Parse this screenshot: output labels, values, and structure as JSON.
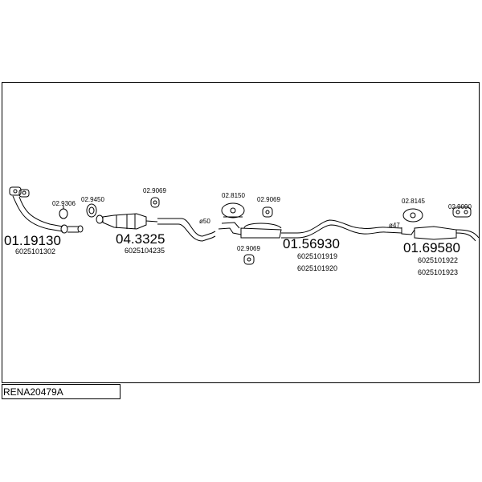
{
  "diagram_code": "RENA20479A",
  "parts": [
    {
      "ref": "01.19130",
      "oem": [
        "6025101302"
      ]
    },
    {
      "ref": "04.3325",
      "oem": [
        "6025104235"
      ]
    },
    {
      "ref": "01.56930",
      "oem": [
        "6025101919",
        "6025101920"
      ]
    },
    {
      "ref": "01.69580",
      "oem": [
        "6025101922",
        "6025101923"
      ]
    }
  ],
  "clamps": [
    "02.9306",
    "02.9450",
    "02.9069",
    "02.8150",
    "02.9069",
    "02.9069",
    "02.8145",
    "02.9090"
  ],
  "diameters": [
    "ø50",
    "ø47"
  ]
}
